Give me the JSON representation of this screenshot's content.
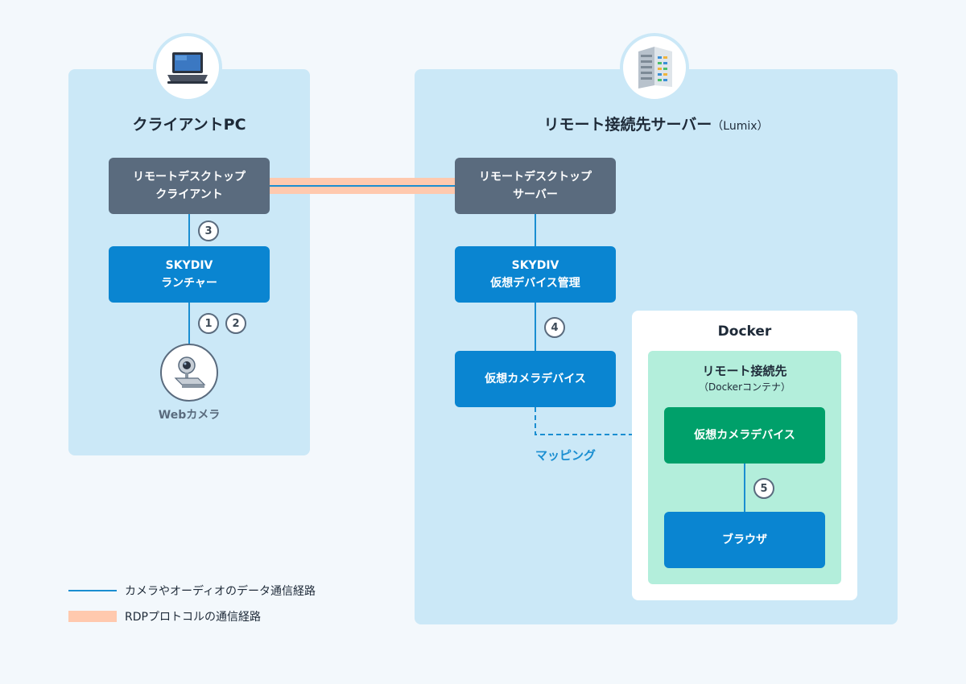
{
  "client": {
    "title": "クライアントPC",
    "rdp_client": {
      "line1": "リモートデスクトップ",
      "line2": "クライアント"
    },
    "launcher": {
      "line1": "SKYDIV",
      "line2": "ランチャー"
    },
    "webcam_label": "Webカメラ",
    "badges": [
      "3",
      "1",
      "2"
    ]
  },
  "server": {
    "title": "リモート接続先サーバー",
    "title_suffix": "（Lumix）",
    "rdp_server": {
      "line1": "リモートデスクトップ",
      "line2": "サーバー"
    },
    "virtual_mgmt": {
      "line1": "SKYDIV",
      "line2": "仮想デバイス管理"
    },
    "virtual_camera": "仮想カメラデバイス",
    "badge": "4",
    "mapping_label": "マッピング"
  },
  "docker": {
    "title": "Docker",
    "container_title": "リモート接続先",
    "container_subtitle": "（Dockerコンテナ）",
    "virtual_camera": "仮想カメラデバイス",
    "browser": "ブラウザ",
    "badge": "5"
  },
  "legend": {
    "data_path": "カメラやオーディオのデータ通信経路",
    "rdp_path": "RDPプロトコルの通信経路"
  },
  "colors": {
    "panel": "#cbe8f7",
    "node_gray": "#5a6b7e",
    "node_blue": "#0a85d1",
    "node_green": "#00a06a",
    "container": "#b3eedb",
    "data_line": "#1a8ed1",
    "rdp_line": "#ffc9ae"
  }
}
